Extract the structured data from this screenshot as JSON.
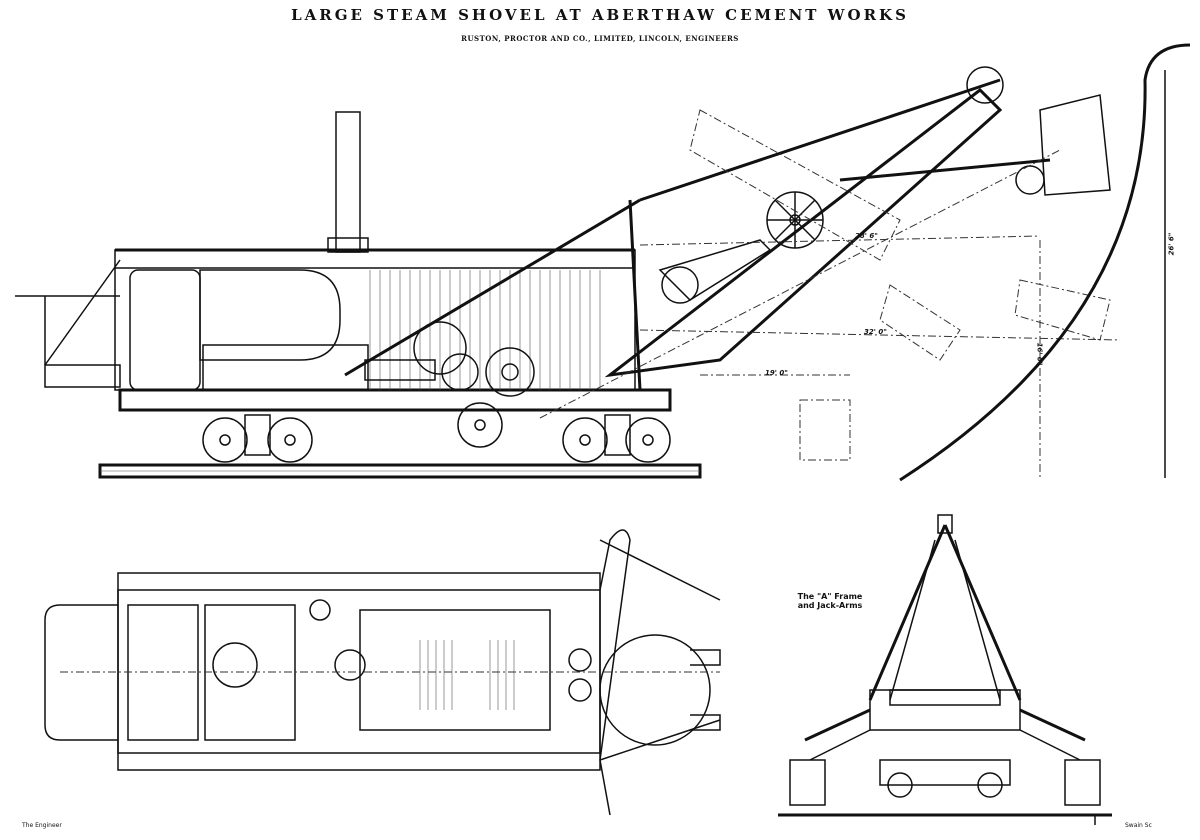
{
  "title": "LARGE STEAM SHOVEL AT ABERTHAW CEMENT WORKS",
  "subtitle": "RUSTON, PROCTOR AND CO., LIMITED, LINCOLN, ENGINEERS",
  "views": {
    "a_frame_label_line1": "The \"A\" Frame",
    "a_frame_label_line2": "and Jack-Arms"
  },
  "dimensions": {
    "d1": "28' 6\"",
    "d2": "32' 0\"",
    "d3": "19' 0\"",
    "d4": "16' 0\"",
    "d5": "26' 6\""
  },
  "credits": {
    "publication": "The Engineer",
    "engraver": "Swain Sc"
  }
}
